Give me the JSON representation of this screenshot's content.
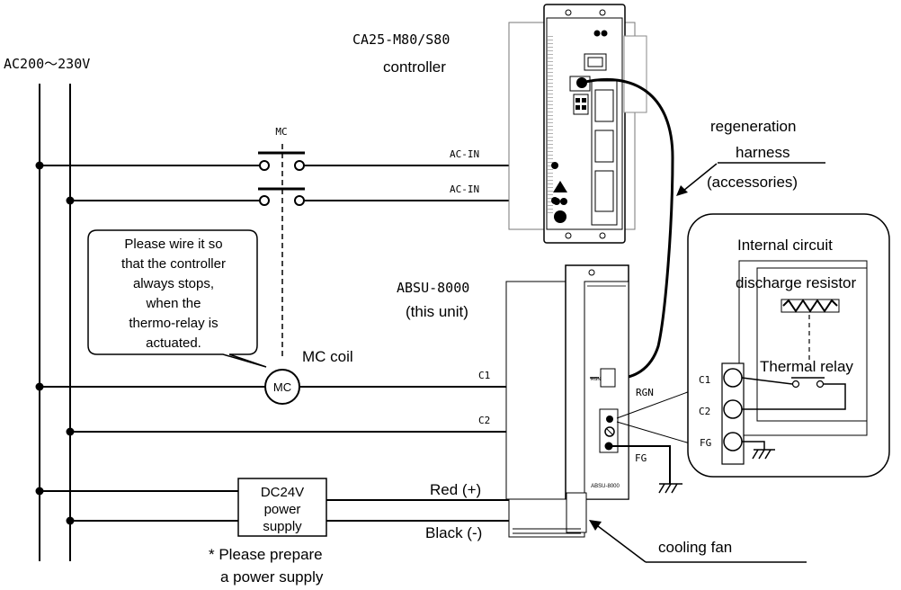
{
  "supply": {
    "label": "AC200～230V"
  },
  "controller": {
    "model": "CA25-M80/S80",
    "name": "controller"
  },
  "mc_switch": {
    "label": "MC"
  },
  "ac_in": {
    "top": "AC-IN",
    "bottom": "AC-IN"
  },
  "callout": {
    "line1": "Please wire it so",
    "line2": "that the controller",
    "line3": "always stops,",
    "line4": "when the",
    "line5": "thermo-relay is",
    "line6": "actuated."
  },
  "mc_coil": {
    "symbol": "MC",
    "label": "MC coil"
  },
  "regen_harness": {
    "line1": "regeneration",
    "line2": "harness",
    "line3": "(accessories)"
  },
  "unit": {
    "model": "ABSU-8000",
    "note": "(this unit)",
    "rgn": "RGN",
    "fg": "FG",
    "c1": "C1",
    "c2": "C2",
    "panel_label": "ABSU-8000",
    "connector_label": "RGN"
  },
  "dc_supply": {
    "line1": "DC24V",
    "line2": "power",
    "line3": "supply",
    "red": "Red (+)",
    "black": "Black (-)",
    "note1": "* Please prepare",
    "note2": "a power supply"
  },
  "internal": {
    "title": "Internal circuit",
    "resistor": "discharge resistor",
    "relay": "Thermal relay",
    "c1": "C1",
    "c2": "C2",
    "fg": "FG"
  },
  "cooling_fan": {
    "label": "cooling fan"
  }
}
